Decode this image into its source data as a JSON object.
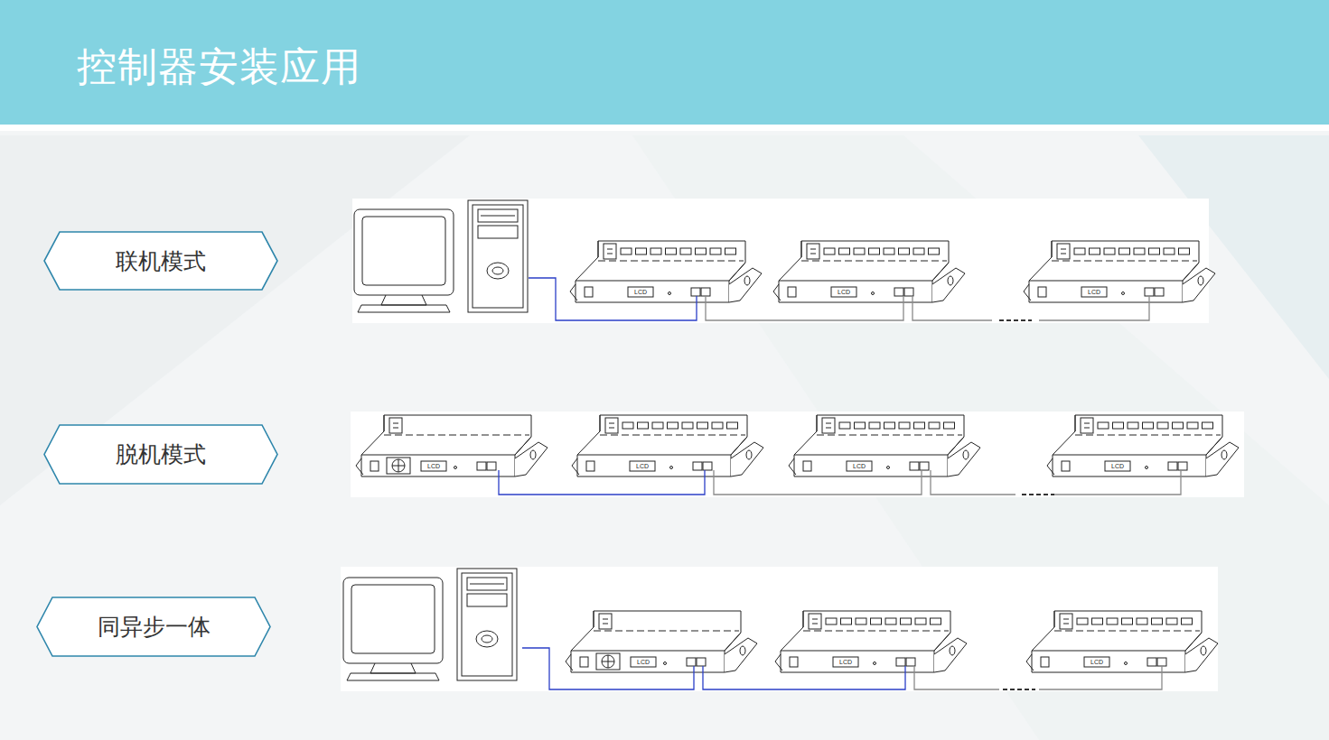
{
  "diagram": {
    "title": "控制器安装应用",
    "nodes": [
      {
        "text": [
          "联机模式"
        ]
      },
      {
        "text": [
          "脱机模式"
        ]
      },
      {
        "text": [
          "同异步一体"
        ]
      }
    ],
    "labels": [
      "LCD",
      "LCD",
      "LCD",
      "LCD",
      "LCD",
      "LCD",
      "LCD",
      "LCD",
      "LCD",
      "LCD"
    ]
  }
}
